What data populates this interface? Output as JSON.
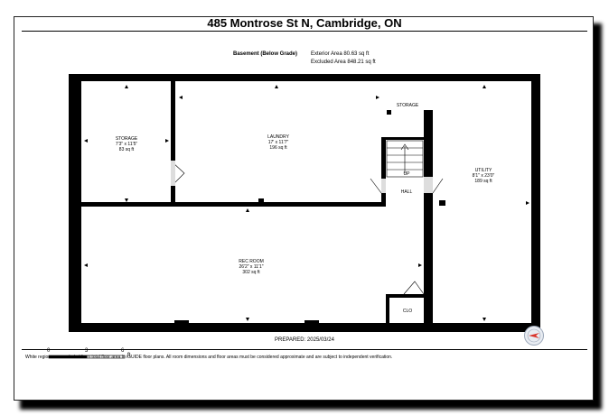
{
  "title": "485 Montrose St N, Cambridge, ON",
  "level": "Basement (Below Grade)",
  "areas": {
    "exterior": "Exterior Area 80.63 sq ft",
    "excluded": "Excluded Area 848.21 sq ft"
  },
  "rooms": {
    "storage_left": {
      "name": "STORAGE",
      "dims": "7'3\" x 11'5\"",
      "area": "83 sq ft"
    },
    "laundry": {
      "name": "LAUNDRY",
      "dims": "17' x 11'7\"",
      "area": "196 sq ft"
    },
    "storage_top": {
      "name": "STORAGE"
    },
    "up": {
      "name": "UP"
    },
    "hall": {
      "name": "HALL"
    },
    "utility": {
      "name": "UTILITY",
      "dims": "8'1\" x 23'0\"",
      "area": "189 sq ft"
    },
    "rec_room": {
      "name": "REC ROOM",
      "dims": "26'2\" x 11'1\"",
      "area": "302 sq ft"
    },
    "clo": {
      "name": "CLO"
    }
  },
  "scale": {
    "ticks": [
      "0",
      "3",
      "6"
    ],
    "unit": "ft"
  },
  "prepared": "PREPARED: 2025/03/24",
  "footnote": "White regions are excluded from total floor area in iGUIDE floor plans. All room dimensions and floor areas must be considered approximate and are subject to independent verification.",
  "compass": {
    "icon": "north-compass-icon",
    "accent": "#d9342b"
  }
}
